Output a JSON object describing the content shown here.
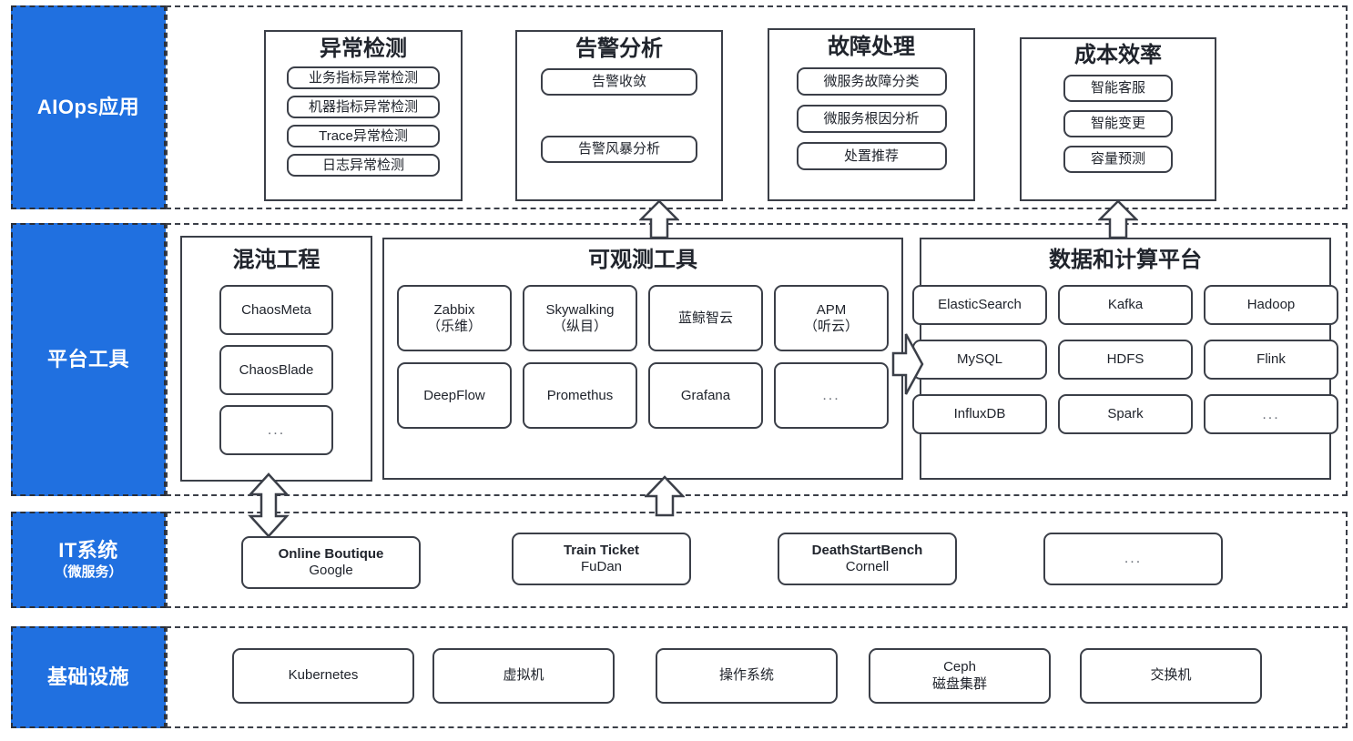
{
  "colors": {
    "accent_blue": "#2070e0",
    "outline": "#3b3f48",
    "text": "#20242c",
    "canvas": "#ffffff"
  },
  "layers": [
    {
      "id": "aiops",
      "label": "AIOps应用",
      "sublabel": "",
      "groups": [
        {
          "id": "anomaly-detection",
          "title": "异常检测",
          "items": [
            "业务指标异常检测",
            "机器指标异常检测",
            "Trace异常检测",
            "日志异常检测"
          ]
        },
        {
          "id": "alert-analysis",
          "title": "告警分析",
          "items": [
            "告警收敛",
            "告警风暴分析"
          ]
        },
        {
          "id": "fault-handling",
          "title": "故障处理",
          "items": [
            "微服务故障分类",
            "微服务根因分析",
            "处置推荐"
          ]
        },
        {
          "id": "cost-efficiency",
          "title": "成本效率",
          "items": [
            "智能客服",
            "智能变更",
            "容量预测"
          ]
        }
      ]
    },
    {
      "id": "platform-tools",
      "label": "平台工具",
      "sublabel": "",
      "groups": [
        {
          "id": "chaos-engineering",
          "title": "混沌工程",
          "items": [
            "ChaosMeta",
            "ChaosBlade",
            "..."
          ]
        },
        {
          "id": "observability-tools",
          "title": "可观测工具",
          "items": [
            {
              "main": "Zabbix",
              "sub": "（乐维）"
            },
            {
              "main": "Skywalking",
              "sub": "（纵目）"
            },
            {
              "main": "蓝鲸智云",
              "sub": ""
            },
            {
              "main": "APM",
              "sub": "（听云）"
            },
            {
              "main": "DeepFlow",
              "sub": ""
            },
            {
              "main": "Promethus",
              "sub": ""
            },
            {
              "main": "Grafana",
              "sub": ""
            },
            {
              "main": "...",
              "sub": ""
            }
          ]
        },
        {
          "id": "data-compute-platform",
          "title": "数据和计算平台",
          "items": [
            "ElasticSearch",
            "Kafka",
            "Hadoop",
            "MySQL",
            "HDFS",
            "Flink",
            "InfluxDB",
            "Spark",
            "..."
          ]
        }
      ]
    },
    {
      "id": "it-systems",
      "label": "IT系统",
      "sublabel": "（微服务）",
      "items": [
        {
          "main": "Online Boutique",
          "sub": "Google"
        },
        {
          "main": "Train Ticket",
          "sub": "FuDan"
        },
        {
          "main": "DeathStartBench",
          "sub": "Cornell"
        },
        {
          "main": "...",
          "sub": ""
        }
      ]
    },
    {
      "id": "infrastructure",
      "label": "基础设施",
      "sublabel": "",
      "items": [
        {
          "main": "Kubernetes",
          "sub": ""
        },
        {
          "main": "虚拟机",
          "sub": ""
        },
        {
          "main": "操作系统",
          "sub": ""
        },
        {
          "main": "Ceph",
          "sub": "磁盘集群"
        },
        {
          "main": "交换机",
          "sub": ""
        }
      ]
    }
  ],
  "arrows": [
    {
      "id": "alert-analysis-up",
      "direction": "up"
    },
    {
      "id": "cost-efficiency-up",
      "direction": "up"
    },
    {
      "id": "observability-up",
      "direction": "up"
    },
    {
      "id": "chaos-to-it-bidirectional",
      "direction": "up-down"
    },
    {
      "id": "observability-to-data-right",
      "direction": "right"
    }
  ]
}
